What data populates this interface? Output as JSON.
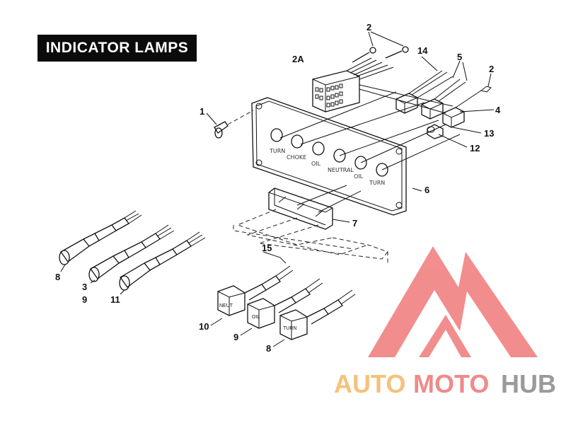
{
  "title": "INDICATOR LAMPS",
  "callouts": {
    "c2_top": "2",
    "c2a": "2A",
    "c14": "14",
    "c5": "5",
    "c2_right": "2",
    "c1": "1",
    "c4": "4",
    "c13": "13",
    "c12": "12",
    "c6": "6",
    "c7": "7",
    "c15": "15",
    "c8_lamp": "8",
    "c3": "3",
    "c9_lamp": "9",
    "c11": "11",
    "c10": "10",
    "c9_switch": "9",
    "c8_switch": "8"
  },
  "panel_labels": [
    "TURN",
    "CHOKE",
    "OIL",
    "NEUTRAL",
    "OIL",
    "TURN"
  ],
  "switch_caps": {
    "neut": "NEUT",
    "oil": "OIL",
    "turn": "TURN"
  },
  "watermark": {
    "auto": "AUTO",
    "moto": "MOTO",
    "hub": "HUB",
    "colors": {
      "auto": "#f5c27a",
      "moto": "#f08a8a",
      "hub": "#9a9a9a",
      "triangle": "#f07a7a"
    }
  }
}
